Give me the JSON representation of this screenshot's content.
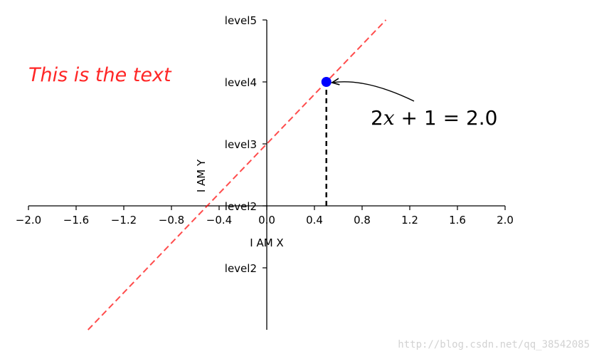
{
  "chart_data": {
    "type": "line",
    "x_axis": {
      "label": "I AM X",
      "ticks": [
        -2.0,
        -1.6,
        -1.2,
        -0.8,
        -0.4,
        0.0,
        0.4,
        0.8,
        1.2,
        1.6,
        2.0
      ],
      "tick_labels": [
        "−2.0",
        "−1.6",
        "−1.2",
        "−0.8",
        "−0.4",
        "0.0",
        "0.4",
        "0.8",
        "1.2",
        "1.6",
        "2.0"
      ],
      "range": [
        -2.0,
        2.0
      ]
    },
    "y_axis": {
      "label": "I AM Y",
      "ticks": [
        -1,
        1,
        2,
        3
      ],
      "tick_labels": [
        "level2",
        "level2",
        "level3",
        "level4",
        "level5"
      ],
      "tick_values": [
        -1,
        0,
        1,
        2,
        3
      ],
      "range": [
        -2,
        3
      ]
    },
    "series": [
      {
        "kind": "line",
        "style": "dashed",
        "color": "#ff0000",
        "x": [
          -1.5,
          1.0
        ],
        "y": [
          -2.0,
          3.0
        ]
      }
    ],
    "point": {
      "x": 0.5,
      "y": 2.0,
      "color": "#0000ff"
    },
    "guide_line": {
      "x": 0.5,
      "y_from": 0.0,
      "y_to": 2.0,
      "style": "dashed",
      "color": "#000000"
    },
    "annotation": {
      "prefix": "2",
      "variable": "x",
      "suffix": " + 1 = 2.0"
    },
    "free_text": {
      "text": "This is the text",
      "color": "#ff0000"
    },
    "spines": "centered",
    "grid": false
  },
  "watermark": "http://blog.csdn.net/qq_38542085"
}
